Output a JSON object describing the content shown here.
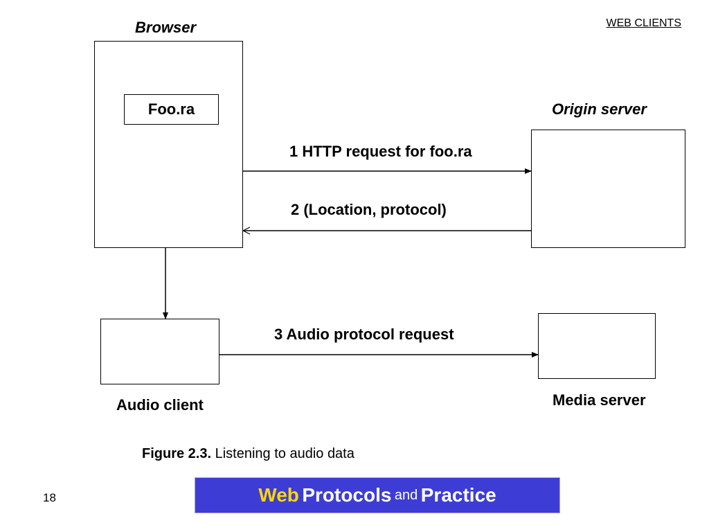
{
  "header": {
    "section_title": "WEB CLIENTS"
  },
  "nodes": {
    "browser": {
      "label": "Browser",
      "file_label": "Foo.ra"
    },
    "origin_server": {
      "label": "Origin server"
    },
    "audio_client": {
      "label": "Audio client"
    },
    "media_server": {
      "label": "Media server"
    }
  },
  "edges": [
    {
      "from": "browser",
      "to": "origin_server",
      "label": "1 HTTP request for foo.ra"
    },
    {
      "from": "origin_server",
      "to": "browser",
      "label": "2 (Location, protocol)"
    },
    {
      "from": "browser",
      "to": "audio_client",
      "label": ""
    },
    {
      "from": "audio_client",
      "to": "media_server",
      "label": "3 Audio protocol request"
    }
  ],
  "caption": {
    "figure_label": "Figure 2.3.",
    "text": "Listening to audio data"
  },
  "footer": {
    "page_number": "18",
    "banner": {
      "word1": "Web",
      "word2": "Protocols",
      "word3": "and",
      "word4": "Practice"
    }
  },
  "colors": {
    "banner_background": "#3d3dd6",
    "banner_highlight": "#ffd700",
    "banner_text": "#ffffff",
    "line": "#000000"
  }
}
